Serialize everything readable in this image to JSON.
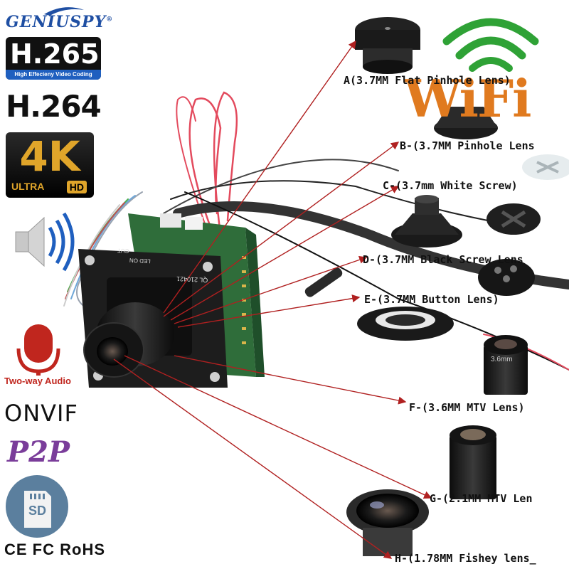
{
  "brand": {
    "name": "GENIUSPY",
    "trademark": "®"
  },
  "badges": {
    "h265": "H.265",
    "h265_sub": "High Effecieny Video Coding",
    "h264": "H.264",
    "uhd_big": "4K",
    "uhd_ultra": "ULTRA",
    "uhd_hd": "HD",
    "two_way_audio": "Two-way Audio",
    "onvif": "ONVIF",
    "p2p": "P2P",
    "sd": "SD",
    "certifications": "CE FC RoHS"
  },
  "wifi": {
    "text": "WiFi"
  },
  "board": {
    "silk_1": "QL 210421",
    "silk_2": "CUT",
    "silk_3": "LED ON"
  },
  "lens_photo_text": {
    "f_lens": "3.6mm"
  },
  "lenses": [
    {
      "id": "A",
      "label": "A(3.7MM Flat Pinhole Lens)"
    },
    {
      "id": "B",
      "label": "B-(3.7MM Pinhole Lens"
    },
    {
      "id": "C",
      "label": "C-(3.7mm White Screw)"
    },
    {
      "id": "D",
      "label": "D-(3.7MM  Black Screw Lens"
    },
    {
      "id": "E",
      "label": "E-(3.7MM Button Lens)"
    },
    {
      "id": "F",
      "label": "F-(3.6MM MTV Lens)"
    },
    {
      "id": "G",
      "label": "G-(2.1MM MTV Len"
    },
    {
      "id": "H",
      "label": "H-(1.78MM Fishey lens_"
    }
  ],
  "colors": {
    "arrow": "#b02020",
    "brand_blue": "#1f4fa3",
    "gold": "#e0a52a"
  }
}
